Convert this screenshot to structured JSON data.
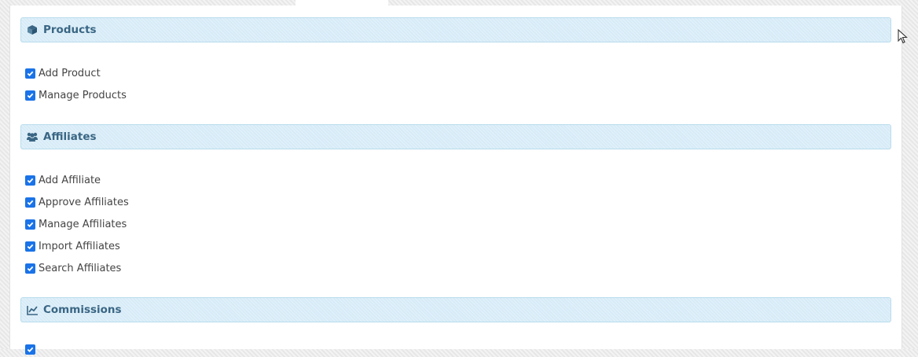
{
  "sections": [
    {
      "title": "Products",
      "icon": "cube-icon",
      "items": [
        {
          "label": "Add Product",
          "checked": true
        },
        {
          "label": "Manage Products",
          "checked": true
        }
      ]
    },
    {
      "title": "Affiliates",
      "icon": "users-icon",
      "items": [
        {
          "label": "Add Affiliate",
          "checked": true
        },
        {
          "label": "Approve Affiliates",
          "checked": true
        },
        {
          "label": "Manage Affiliates",
          "checked": true
        },
        {
          "label": "Import Affiliates",
          "checked": true
        },
        {
          "label": "Search Affiliates",
          "checked": true
        }
      ]
    },
    {
      "title": "Commissions",
      "icon": "line-chart-icon",
      "items": [
        {
          "label": "",
          "checked": true
        }
      ]
    }
  ],
  "colors": {
    "header_bg": "#d6ebf7",
    "header_border": "#b9dced",
    "header_text": "#3a6684",
    "checkbox": "#1a73e8",
    "label_text": "#444444"
  }
}
